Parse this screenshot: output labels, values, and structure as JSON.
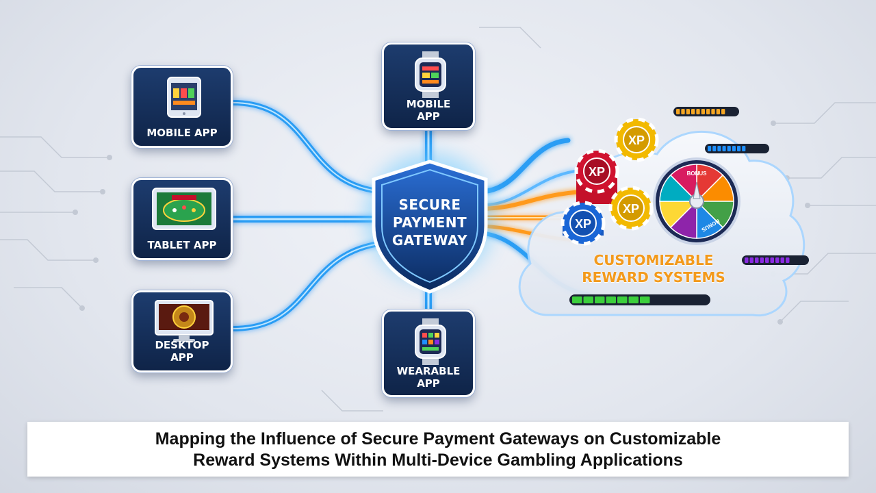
{
  "nodes": {
    "mobile_app": "MOBILE APP",
    "tablet_app": "TABLET APP",
    "desktop_app": "DESKTOP\nAPP",
    "watch_app": "MOBILE\nAPP",
    "wearable_app": "WEARABLE\nAPP"
  },
  "gateway": {
    "label": "SECURE\nPAYMENT\nGATEWAY"
  },
  "rewards": {
    "title": "CUSTOMIZABLE\nREWARD SYSTEMS",
    "chip_label": "XP",
    "wheel_segment_label": "BONUS"
  },
  "caption": "Mapping the Influence of Secure Payment Gateways on Customizable\nReward Systems Within Multi-Device Gambling Applications",
  "colors": {
    "node_bg": "#0f2448",
    "flow_blue": "#2a9df4",
    "flow_orange": "#ff9a1e",
    "title_orange": "#f39a1c",
    "bar_orange": "#f5a623",
    "bar_blue": "#1e90ff",
    "bar_purple": "#8a2be2",
    "bar_green": "#3ccf3c"
  },
  "icons": [
    "phone-icon",
    "tablet-icon",
    "desktop-icon",
    "smartwatch-icon",
    "shield-icon",
    "poker-chip-icon",
    "prize-wheel-icon",
    "cloud-icon"
  ]
}
